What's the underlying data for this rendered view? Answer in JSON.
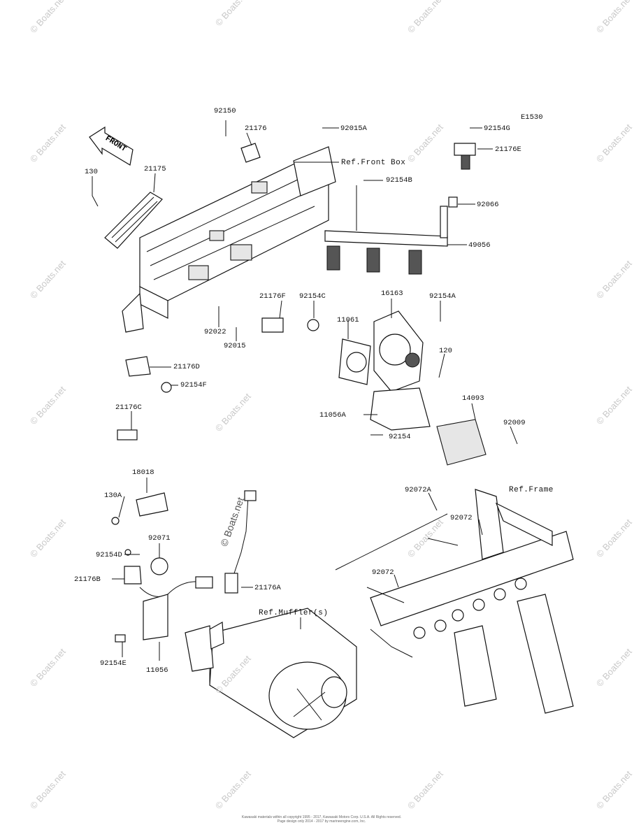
{
  "diagram_id": "E1530",
  "front_marker": "FRONT",
  "watermark_text": "© Boats.net",
  "footer_lines": [
    "Kawasaki materials within all copyright 1995 - 2017, Kawasaki Motors Corp. U.S.A. All Rights reserved.",
    "Page design only 2014 - 2017 by marineengine.com, Inc."
  ],
  "parts": {
    "p92150": "92150",
    "p21176": "21176",
    "p92015A": "92015A",
    "p92154G": "92154G",
    "p21176E": "21176E",
    "pRefFrontBox": "Ref.Front Box",
    "p130": "130",
    "p21175": "21175",
    "p92154B": "92154B",
    "p92066": "92066",
    "p49056": "49056",
    "p21176F": "21176F",
    "p92154C": "92154C",
    "p16163": "16163",
    "p92154A": "92154A",
    "p92022": "92022",
    "p92015": "92015",
    "p11061": "11061",
    "p120": "120",
    "p21176D": "21176D",
    "p92154F": "92154F",
    "p14093": "14093",
    "p11056A": "11056A",
    "p92009": "92009",
    "p92154": "92154",
    "p21176C": "21176C",
    "p18018": "18018",
    "p130A": "130A",
    "p92072A": "92072A",
    "pRefFrame": "Ref.Frame",
    "p92071": "92071",
    "p92154D": "92154D",
    "p92072a": "92072",
    "p21176B": "21176B",
    "p21176A": "21176A",
    "p92072b": "92072",
    "pRefMuffler": "Ref.Muffler(s)",
    "p92154E": "92154E",
    "p11056": "11056"
  }
}
